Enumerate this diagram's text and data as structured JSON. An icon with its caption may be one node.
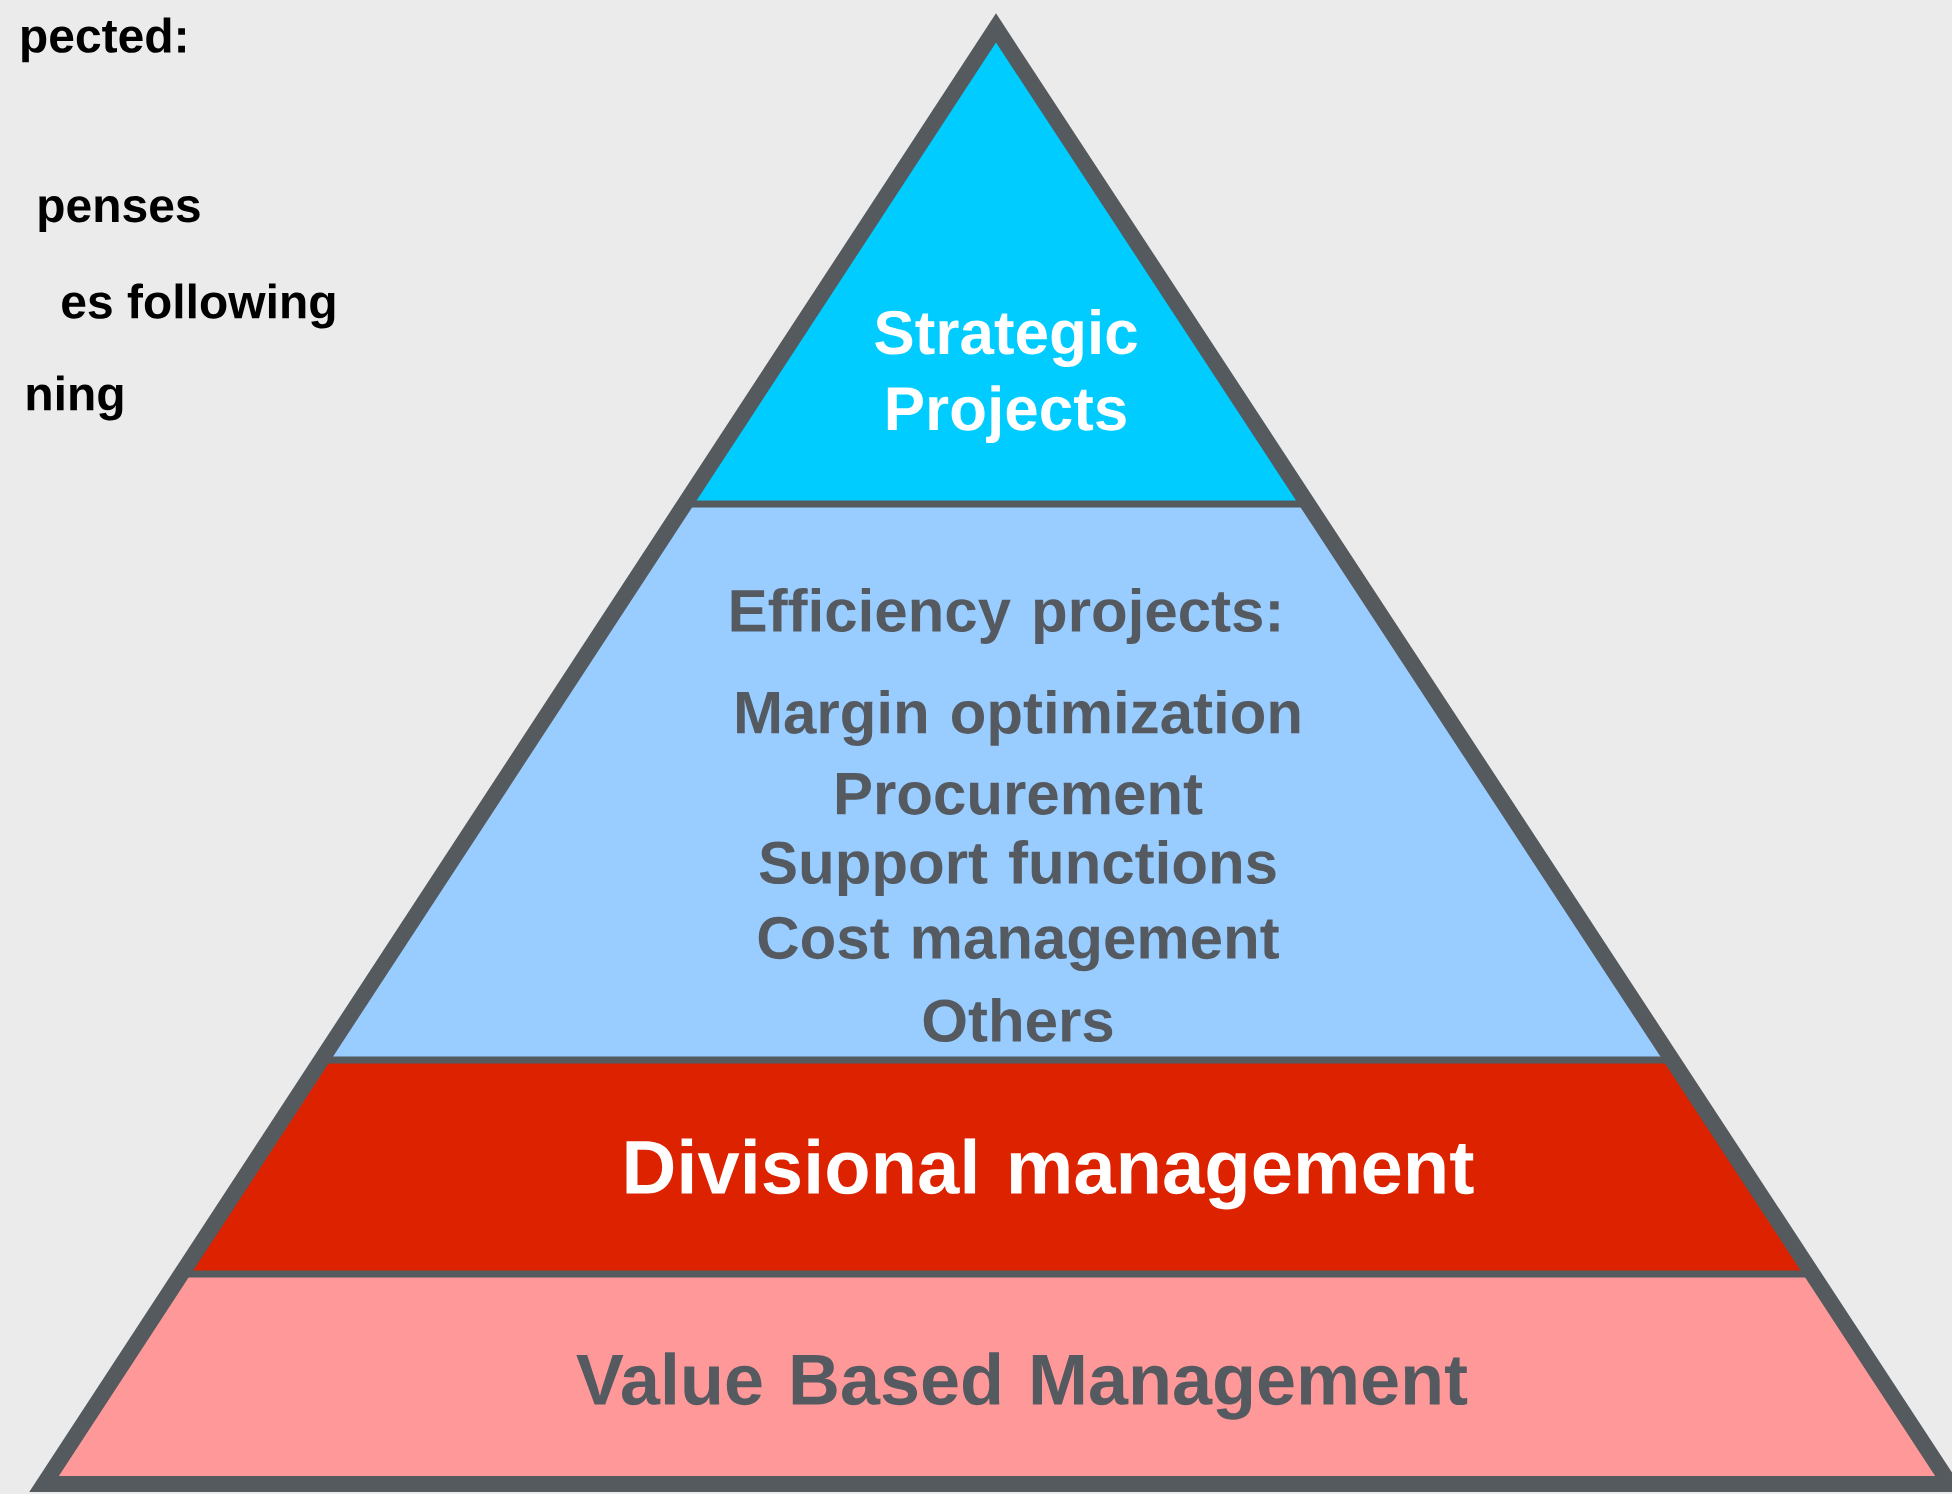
{
  "diagram": {
    "nodes": [
      {
        "text": [
          "Strategic Projects"
        ]
      },
      {
        "text": [
          "Efficiency projects:",
          "Margin optimization",
          "Procurement",
          "Support functions",
          "Cost management",
          "Others"
        ]
      },
      {
        "text": [
          "Divisional management"
        ]
      },
      {
        "text": [
          "Value Based Management"
        ]
      }
    ],
    "labels": [
      "pected:",
      "penses",
      "es following",
      "ning"
    ]
  }
}
